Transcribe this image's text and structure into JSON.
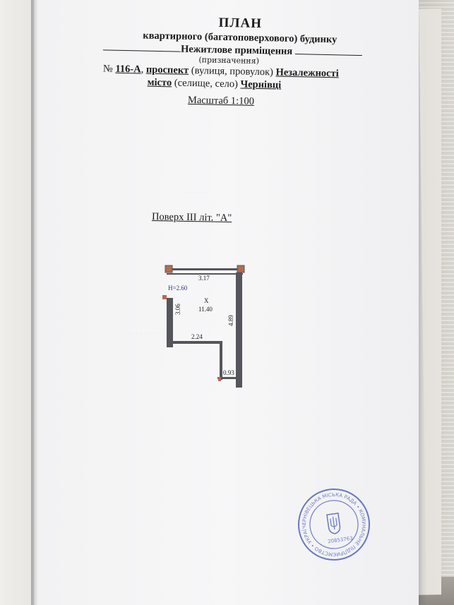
{
  "header": {
    "title": "ПЛАН",
    "line1": "квартирного (багатоповерхового) будинку",
    "purpose_value": "Нежитлове приміщення",
    "purpose_hint": "(призначення)",
    "number_prefix": "№",
    "number_value": "116-А",
    "street_type": "проспект",
    "street_hint": "(вулиця, провулок)",
    "street_name": "Незалежності",
    "settlement_type": "місто",
    "settlement_hint": "(селище, село)",
    "settlement_name": "Чернівці",
    "scale": "Масштаб 1:100"
  },
  "floor": {
    "label": "Поверх  III  літ. \"А\""
  },
  "plan": {
    "height_label": "H=2.60",
    "room_code": "X",
    "room_area": "11.40",
    "dim_top": "3.17",
    "dim_left": "3.06",
    "dim_right": "4.89",
    "dim_mid": "2.24",
    "dim_bottom": "0.93"
  },
  "stamp": {
    "color": "#3a4fb0",
    "emblem": "trident-emblem-icon",
    "ring_text": "ЧЕРНІВЕЦЬКА МІСЬКА РАДА • КОМУНАЛЬНЕ ПІДПРИЄМСТВО • УКРАЇНА •",
    "code": "20853763"
  },
  "colors": {
    "wall": "#55555c",
    "door": "#b56b4e",
    "ink": "#1a1a1a",
    "dim_blue": "#2d3a8c"
  }
}
